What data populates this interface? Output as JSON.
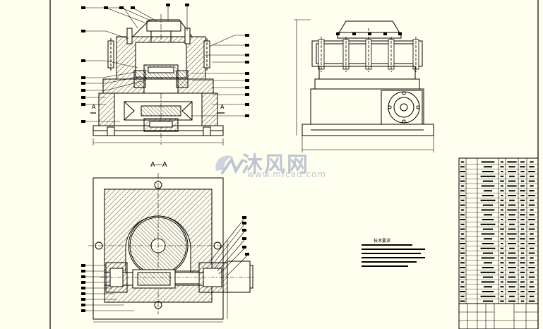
{
  "watermark": {
    "brand": "沐风网",
    "url": "www.mfcad.com"
  },
  "drawing": {
    "section_label": "A—A",
    "cut_marker_left": "A",
    "cut_marker_right": "A",
    "tech_requirements_title": "技术要求"
  },
  "colors": {
    "paper": "#fffff0",
    "line": "#000000",
    "watermark": "#bfc6d2"
  }
}
